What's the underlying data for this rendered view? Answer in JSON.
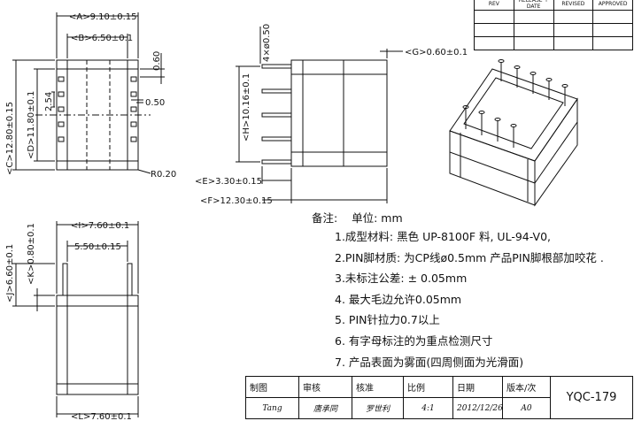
{
  "revision_table": {
    "headers": [
      "REV",
      "RELEASE + DATE",
      "REVISED",
      "APPROVED"
    ],
    "rows": 3
  },
  "dimensions": {
    "a": "<A>9.10±0.15",
    "b": "<B>6.50±0.1",
    "c": "<C>12.80±0.15",
    "d": "<D>11.80±0.1",
    "e": "<E>3.30±0.15",
    "f": "<F>12.30±0.15",
    "g": "<G>0.60±0.1",
    "h": "<H>10.16±0.1",
    "i": "<I>7.60±0.1",
    "j": "<J>6.60±0.1",
    "k": "<K>0.80±0.1",
    "l": "<L>7.60±0.1",
    "pitch": "2.54",
    "pin_top": "0.60",
    "pin_side": "0.50",
    "radius": "R0.20",
    "pin_dia": "4×ø0.50",
    "pin_span": "5.50±0.15"
  },
  "notes": {
    "title": "备注:    单位: mm",
    "items": [
      "1.成型材料: 黑色 UP-8100F 料, UL-94-V0,",
      "2.PIN脚材质: 为CP线ø0.5mm 产品PIN脚根部加咬花 .",
      "3.未标注公差:  ± 0.05mm",
      "4. 最大毛边允许0.05mm",
      "5. PIN针拉力0.7以上",
      "6. 有字母标注的为重点检测尺寸",
      "7. 产品表面为雾面(四周侧面为光滑面)"
    ]
  },
  "title_block": {
    "headers": [
      "制图",
      "审核",
      "核准",
      "比例",
      "日期",
      "版本/次"
    ],
    "values": [
      "Tang",
      "唐承同",
      "罗世利",
      "4:1",
      "2012/12/26",
      "A0"
    ],
    "drawing_number": "YQC-179"
  }
}
